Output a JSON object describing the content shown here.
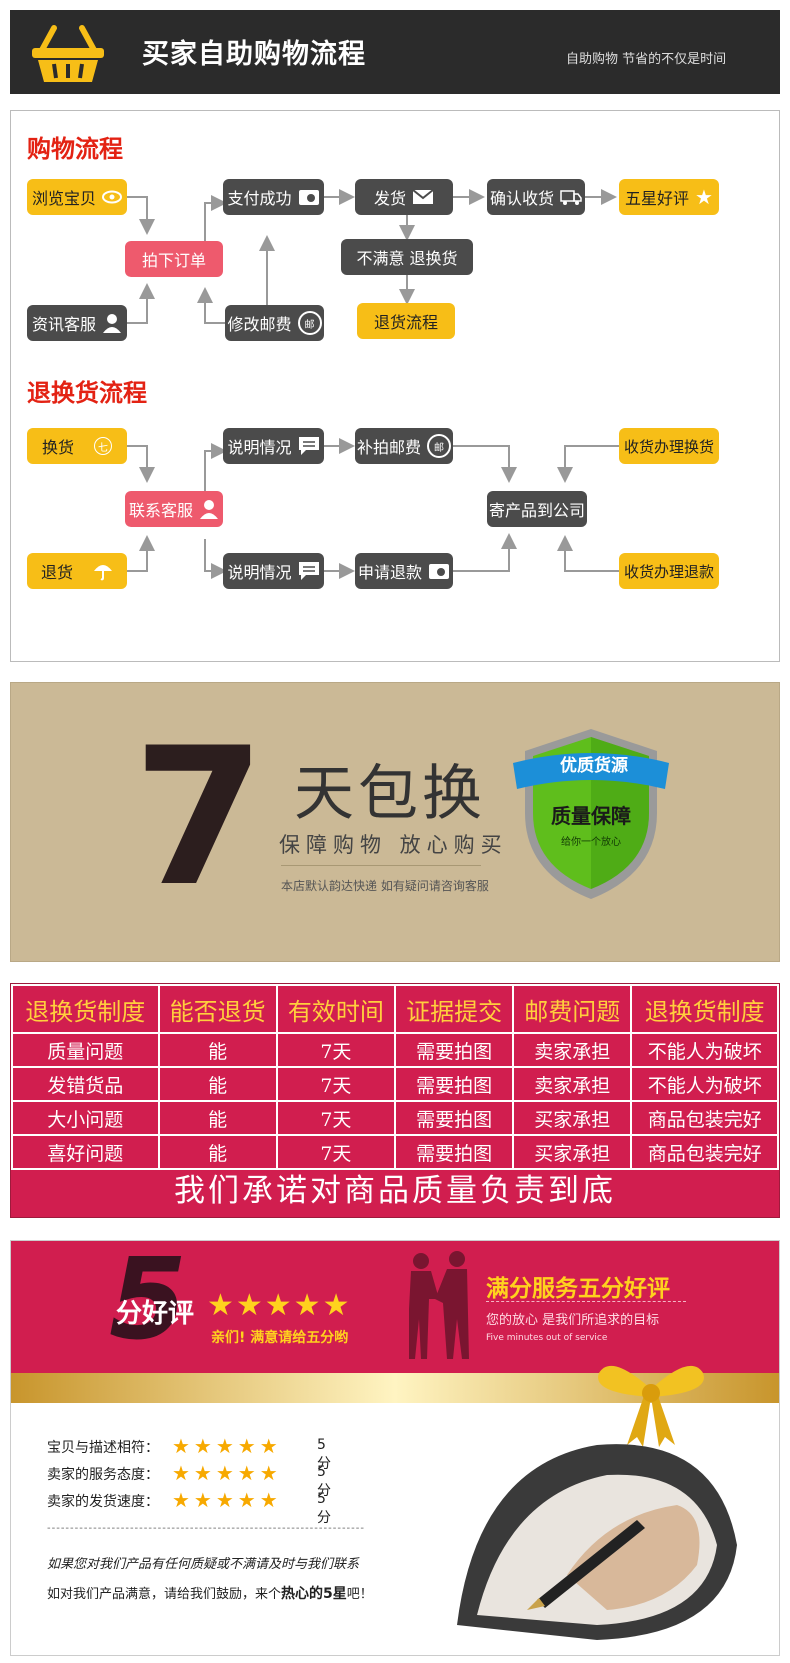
{
  "header": {
    "title": "买家自助购物流程",
    "slogan": "自助购物 节省的不仅是时间"
  },
  "shopping_flow": {
    "title": "购物流程",
    "nodes": {
      "browse": "浏览宝贝",
      "consult": "资讯客服",
      "order": "拍下订单",
      "paid": "支付成功",
      "modify_postage": "修改邮费",
      "ship": "发货",
      "unsatisfied": "不满意  退换货",
      "return_flow": "退货流程",
      "confirm": "确认收货",
      "five_star": "五星好评"
    }
  },
  "return_flow": {
    "title": "退换货流程",
    "nodes": {
      "exchange": "换货",
      "refund": "退货",
      "contact": "联系客服",
      "explain_top": "说明情况",
      "explain_bottom": "说明情况",
      "repay_postage": "补拍邮费",
      "apply_refund": "申请退款",
      "send_back": "寄产品到公司",
      "receive_exchange": "收货办理换货",
      "receive_refund": "收货办理退款"
    },
    "icon_texts": {
      "seven": "七",
      "postage": "邮"
    }
  },
  "seven_day": {
    "number": "7",
    "headline": "天包换",
    "sub": "保障购物  放心购买",
    "note": "本店默认韵达快递 如有疑问请咨询客服",
    "shield_ribbon": "优质货源",
    "shield_main": "质量保障",
    "shield_small": "给你一个放心"
  },
  "policy_table": {
    "headers": [
      "退换货制度",
      "能否退货",
      "有效时间",
      "证据提交",
      "邮费问题",
      "退换货制度"
    ],
    "rows": [
      [
        "质量问题",
        "能",
        "7天",
        "需要拍图",
        "卖家承担",
        "不能人为破坏"
      ],
      [
        "发错货品",
        "能",
        "7天",
        "需要拍图",
        "卖家承担",
        "不能人为破坏"
      ],
      [
        "大小问题",
        "能",
        "7天",
        "需要拍图",
        "买家承担",
        "商品包装完好"
      ],
      [
        "喜好问题",
        "能",
        "7天",
        "需要拍图",
        "买家承担",
        "商品包装完好"
      ]
    ],
    "pledge": "我们承诺对商品质量负责到底"
  },
  "five_star": {
    "big_number": "5",
    "big_label": "分好评",
    "stars": "★★★★★",
    "plea": "亲们! 满意请给五分哟",
    "service_title": "满分服务五分好评",
    "service_sub": "您的放心  是我们所追求的目标",
    "service_en": "Five minutes out of service",
    "ratings": [
      {
        "label": "宝贝与描述相符：",
        "stars": "★★★★★",
        "score": "5分"
      },
      {
        "label": "卖家的服务态度：",
        "stars": "★★★★★",
        "score": "5分"
      },
      {
        "label": "卖家的发货速度：",
        "stars": "★★★★★",
        "score": "5分"
      }
    ],
    "dashes": "---------------------------------------------------------------------",
    "note1": "如果您对我们产品有任何质疑或不满请及时与我们联系",
    "note2_pre": "如对我们产品满意，请给我们鼓励，来个",
    "note2_bold": "热心的5星",
    "note2_post": "吧！"
  },
  "colors": {
    "header_bg": "#2b2b2b",
    "accent_red": "#e32213",
    "node_dark": "#4b4b4b",
    "node_yellow": "#f7be17",
    "node_pink": "#ee5a6d",
    "table_bg": "#d11e4f",
    "table_header_text": "#ffcf3d"
  },
  "icons": [
    "basket-icon",
    "eye-icon",
    "wallet-icon",
    "envelope-icon",
    "truck-icon",
    "star-icon",
    "user-icon",
    "postage-icon",
    "chat-icon",
    "umbrella-icon",
    "seven-icon",
    "shield-icon",
    "bow-icon",
    "pen-icon",
    "handshake-icon"
  ]
}
